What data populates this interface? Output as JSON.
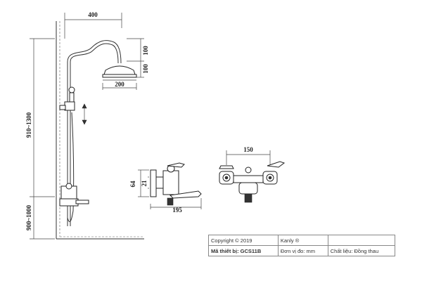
{
  "dimensions": {
    "width_arm": "400",
    "head_height_a": "100",
    "head_height_b": "100",
    "head_diameter": "200",
    "rail_height": "910~1300",
    "mount_height": "900~1000",
    "valve_depth_a": "64",
    "valve_depth_b": "21",
    "spout_length": "195",
    "valve_centers": "150"
  },
  "titleblock": {
    "copyright": "Copyright © 2019",
    "brand": "Kanly ®",
    "model": "Mã thiết bị: GCS11B",
    "unit": "Đơn vị đo: mm",
    "material_label": "Chất liệu:",
    "material_value": "Đồng thau"
  }
}
